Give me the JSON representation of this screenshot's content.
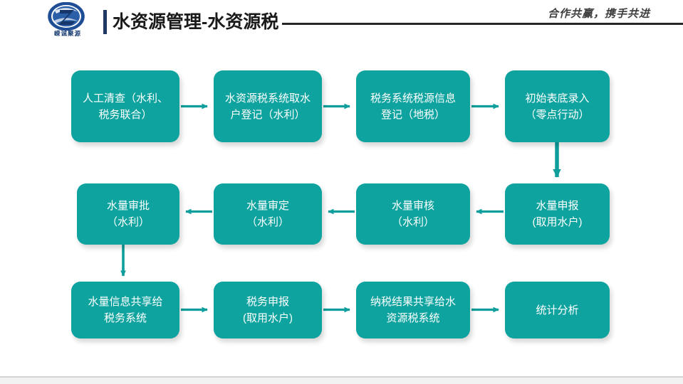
{
  "header": {
    "logo_text": "嵘诚聚源",
    "logo_icon": "circular-z-emblem",
    "title": "水资源管理-水资源税",
    "tagline": "合作共赢，携手共进"
  },
  "diagram": {
    "accent_color": "#0FA3A0",
    "nodes": [
      {
        "id": "n1",
        "label": "人工清查（水利、\n税务联合）"
      },
      {
        "id": "n2",
        "label": "水资源税系统取水\n户登记（水利）"
      },
      {
        "id": "n3",
        "label": "税务系统税源信息\n登记（地税）"
      },
      {
        "id": "n4",
        "label": "初始表底录入\n（零点行动）"
      },
      {
        "id": "n5",
        "label": "水量审批\n（水利）"
      },
      {
        "id": "n6",
        "label": "水量审定\n（水利）"
      },
      {
        "id": "n7",
        "label": "水量审核\n（水利）"
      },
      {
        "id": "n8",
        "label": "水量申报\n(取用水户)"
      },
      {
        "id": "n9",
        "label": "水量信息共享给\n税务系统"
      },
      {
        "id": "n10",
        "label": "税务申报\n(取用水户)"
      },
      {
        "id": "n11",
        "label": "纳税结果共享给水\n资源税系统"
      },
      {
        "id": "n12",
        "label": "统计分析"
      }
    ],
    "edges": [
      {
        "from": "n1",
        "to": "n2",
        "direction": "right"
      },
      {
        "from": "n2",
        "to": "n3",
        "direction": "right"
      },
      {
        "from": "n3",
        "to": "n4",
        "direction": "right"
      },
      {
        "from": "n4",
        "to": "n8",
        "direction": "down"
      },
      {
        "from": "n8",
        "to": "n7",
        "direction": "left"
      },
      {
        "from": "n7",
        "to": "n6",
        "direction": "left"
      },
      {
        "from": "n6",
        "to": "n5",
        "direction": "left"
      },
      {
        "from": "n5",
        "to": "n9",
        "direction": "down"
      },
      {
        "from": "n9",
        "to": "n10",
        "direction": "right"
      },
      {
        "from": "n10",
        "to": "n11",
        "direction": "right"
      },
      {
        "from": "n11",
        "to": "n12",
        "direction": "right"
      }
    ]
  }
}
